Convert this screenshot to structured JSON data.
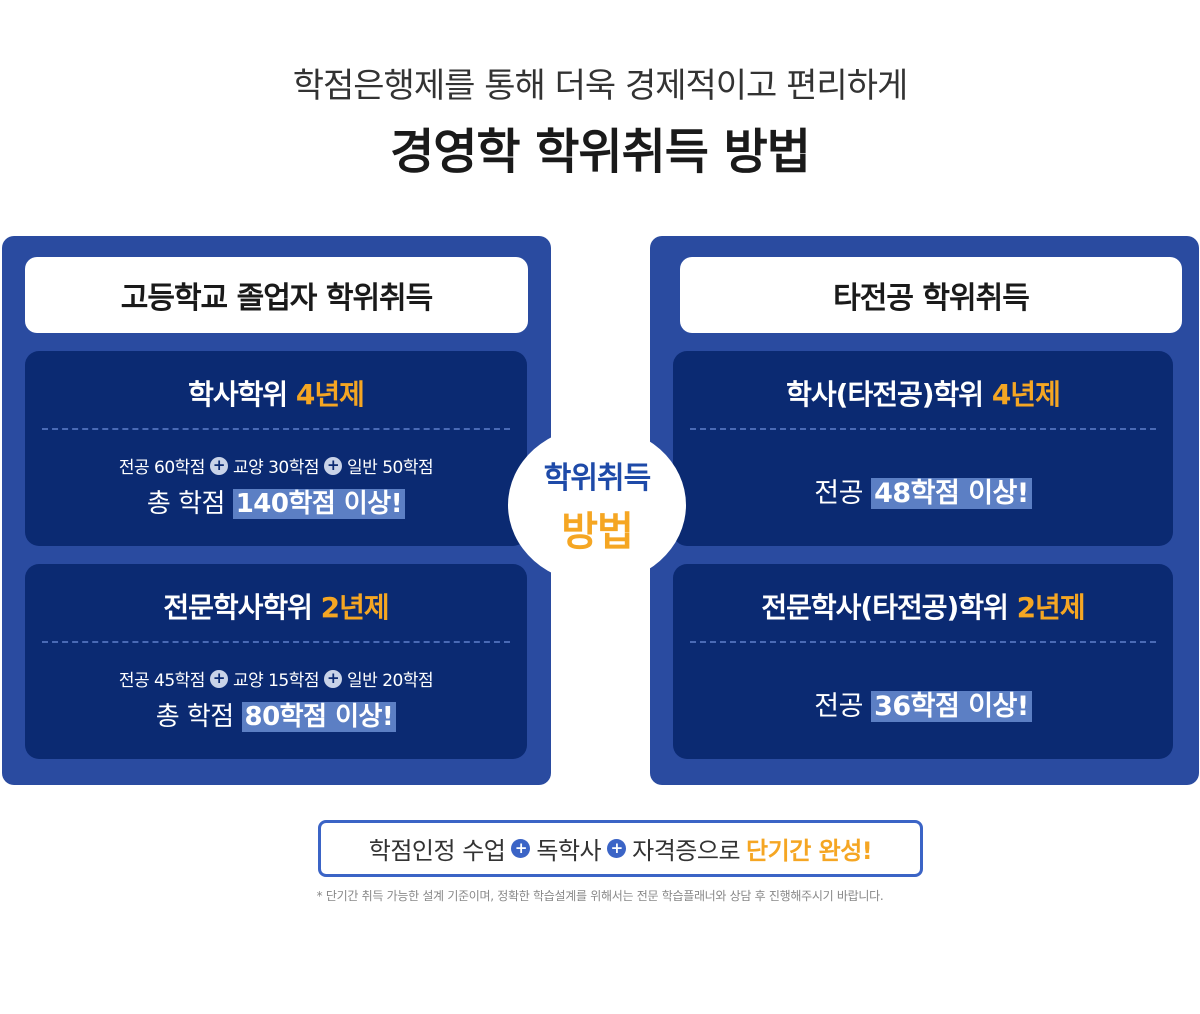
{
  "header": {
    "subtitle": "학점은행제를 통해 더욱 경제적이고 편리하게",
    "title": "경영학 학위취득 방법"
  },
  "left_panel": {
    "heading": "고등학교 졸업자 학위취득",
    "cards": [
      {
        "title_prefix": "학사학위",
        "title_accent": "4년제",
        "credits": [
          "전공 60학점",
          "교양 30학점",
          "일반 50학점"
        ],
        "total_prefix": "총 학점",
        "total_highlight": "140학점 이상!"
      },
      {
        "title_prefix": "전문학사학위",
        "title_accent": "2년제",
        "credits": [
          "전공 45학점",
          "교양 15학점",
          "일반 20학점"
        ],
        "total_prefix": "총 학점",
        "total_highlight": "80학점 이상!"
      }
    ]
  },
  "right_panel": {
    "heading": "타전공 학위취득",
    "cards": [
      {
        "title_prefix": "학사(타전공)학위",
        "title_accent": "4년제",
        "line_prefix": "전공",
        "line_highlight": "48학점 이상!"
      },
      {
        "title_prefix": "전문학사(타전공)학위",
        "title_accent": "2년제",
        "line_prefix": "전공",
        "line_highlight": "36학점 이상!"
      }
    ]
  },
  "center_badge": {
    "line1": "학위취득",
    "line2": "방법"
  },
  "footer": {
    "items": [
      "학점인정 수업",
      "독학사",
      "자격증으로"
    ],
    "accent": "단기간 완성!",
    "note": "* 단기간 취득 가능한 설계 기준이며, 정확한 학습설계를 위해서는 전문 학습플래너와 상담 후 진행해주시기 바랍니다."
  },
  "colors": {
    "panel_bg": "#2a4ba0",
    "card_bg": "#0b2a72",
    "accent_orange": "#f5a623",
    "highlight_blue": "#5c7fc4"
  },
  "icons": {
    "plus": "plus-circle-icon"
  }
}
